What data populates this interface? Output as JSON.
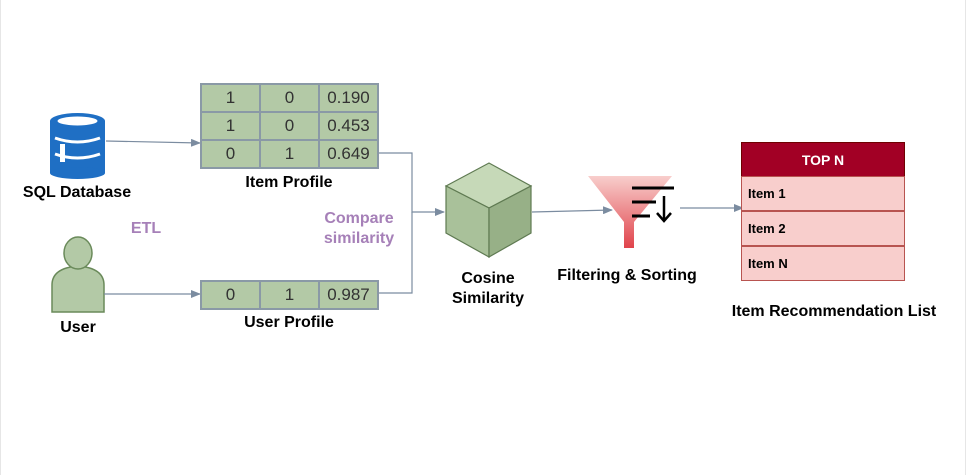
{
  "nodes": {
    "sql_database": "SQL Database",
    "user": "User",
    "etl": "ETL",
    "item_profile": "Item Profile",
    "user_profile": "User Profile",
    "compare_similarity": [
      "Compare",
      "similarity"
    ],
    "cosine_similarity": [
      "Cosine",
      "Similarity"
    ],
    "filtering_sorting": "Filtering & Sorting",
    "recommendation_list": "Item Recommendation List"
  },
  "item_profile_table": [
    [
      "1",
      "0",
      "0.190"
    ],
    [
      "1",
      "0",
      "0.453"
    ],
    [
      "0",
      "1",
      "0.649"
    ]
  ],
  "user_profile_table": [
    [
      "0",
      "1",
      "0.987"
    ]
  ],
  "top_n": {
    "header": "TOP N",
    "items": [
      "Item 1",
      "Item 2",
      "Item N"
    ]
  },
  "colors": {
    "database": "#1f6fc4",
    "profile_fill": "#b3c9a6",
    "grid_border": "#8a99a6",
    "cube_fill": "#b3c9a6",
    "funnel_top": "#f8cecc",
    "funnel_bottom": "#e0434b",
    "top_header": "#a20025",
    "top_item": "#f8cecc",
    "connector": "#7b8ca0",
    "accent_label": "#a680b8"
  }
}
